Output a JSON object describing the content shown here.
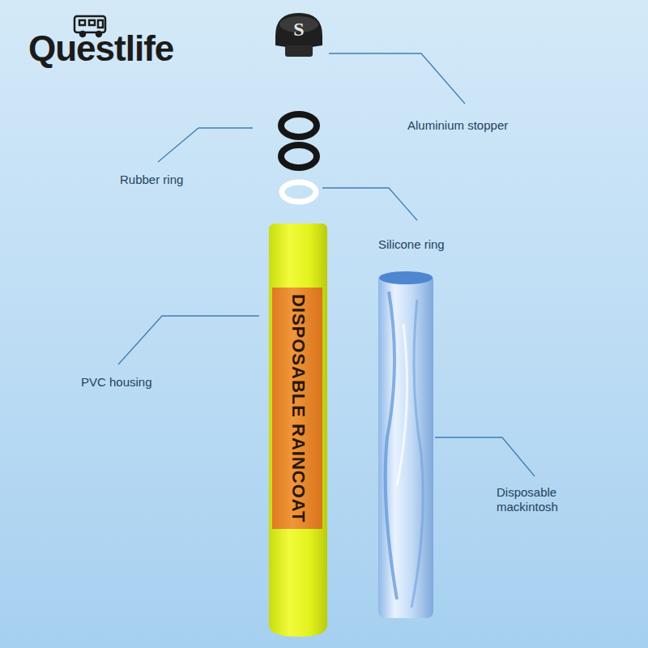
{
  "diagram": {
    "labels": [
      "Questlife",
      "S",
      "Aluminium stopper",
      "Rubber ring",
      "Silicone ring",
      "PVC housing",
      "DISPOSABLE RAINCOAT",
      "Disposable mackintosh"
    ]
  }
}
